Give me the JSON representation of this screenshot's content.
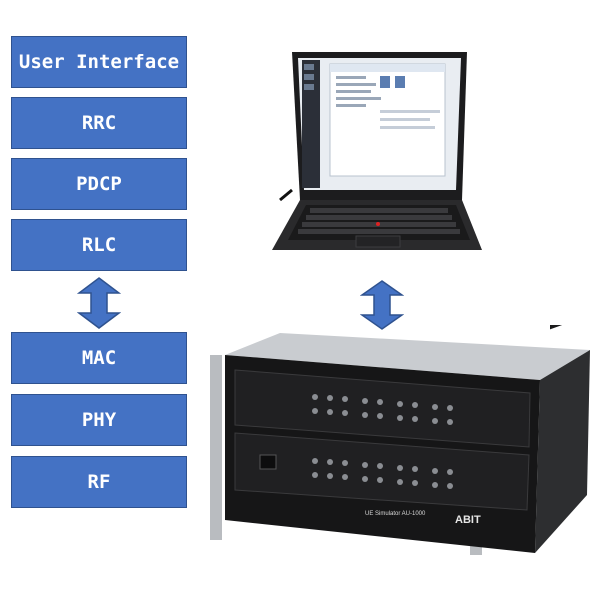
{
  "layers_upper": [
    "User Interface",
    "RRC",
    "PDCP",
    "RLC"
  ],
  "layers_lower": [
    "MAC",
    "PHY",
    "RF"
  ],
  "colors": {
    "layer_fill": "#4472c4",
    "layer_border": "#2f528f",
    "layer_text": "#ffffff",
    "arrow_fill": "#4472c4"
  },
  "images": {
    "laptop": "laptop computer (laptop-icon)",
    "device": "rack-mounted hardware unit (hardware-device)"
  },
  "device_labels": {
    "model": "UE Simulator  AU-1000",
    "brand": "ABIT"
  }
}
